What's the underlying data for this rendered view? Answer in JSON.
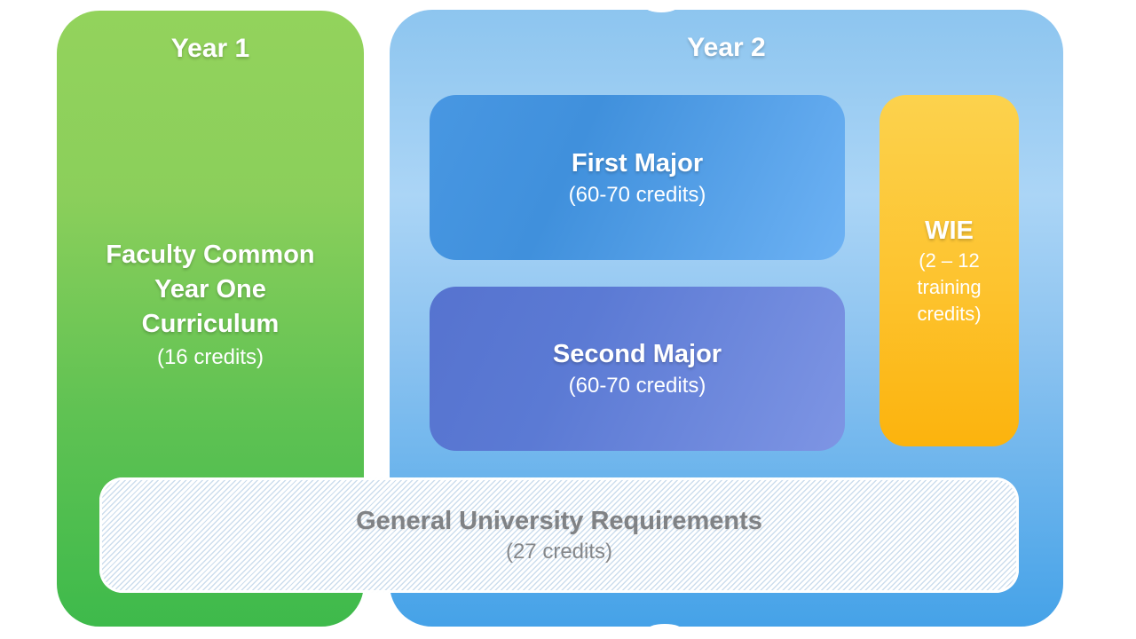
{
  "colors": {
    "year1_gradient_top": "#93d35c",
    "year1_gradient_bottom": "#3eba4b",
    "year2_gradient_top": "#8dc5ef",
    "year2_gradient_bottom": "#45a2e8",
    "first_major_start": "#4897e2",
    "first_major_end": "#6db2f4",
    "second_major_start": "#5673cf",
    "second_major_end": "#7e95e4",
    "wie_top": "#fcd24d",
    "wie_bottom": "#fcb30d",
    "gur_stripe": "#ccdded",
    "gur_background": "#ffffff",
    "gur_text": "#808285",
    "box_text": "#ffffff"
  },
  "year1": {
    "title": "Year 1",
    "body_lines": [
      "Faculty Common",
      "Year One",
      "Curriculum"
    ],
    "credits": "(16 credits)"
  },
  "year2": {
    "title": "Year 2"
  },
  "first_major": {
    "title": "First Major",
    "credits": "(60-70 credits)"
  },
  "second_major": {
    "title": "Second Major",
    "credits": "(60-70 credits)"
  },
  "wie": {
    "title": "WIE",
    "detail_lines": [
      "(2 – 12",
      "training",
      "credits)"
    ]
  },
  "gur": {
    "title": "General University Requirements",
    "credits": "(27 credits)"
  }
}
